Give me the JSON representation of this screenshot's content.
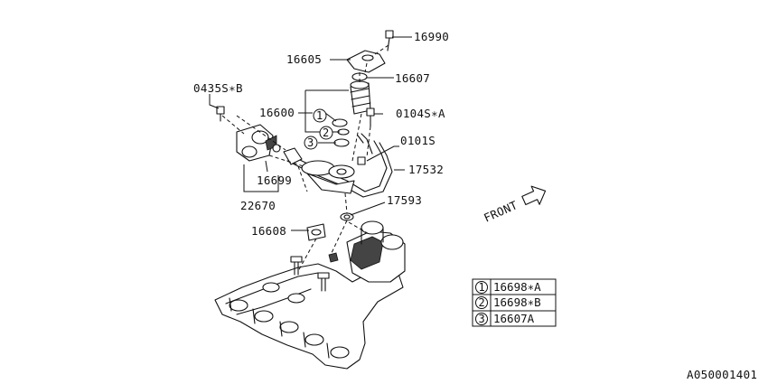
{
  "callouts": {
    "c16990": "16990",
    "c16605": "16605",
    "c16607": "16607",
    "c0435SB": "0435S∗B",
    "c16600": "16600",
    "c0104SA": "0104S∗A",
    "c0101S": "0101S",
    "c17532": "17532",
    "c16699": "16699",
    "c22670": "22670",
    "c17593": "17593",
    "c16608": "16608"
  },
  "circle_refs": [
    "1",
    "2",
    "3"
  ],
  "direction_label": "FRONT",
  "legend": {
    "rows": [
      {
        "num": "1",
        "part": "16698∗A"
      },
      {
        "num": "2",
        "part": "16698∗B"
      },
      {
        "num": "3",
        "part": "16607A"
      }
    ]
  },
  "footer_code": "A050001401"
}
